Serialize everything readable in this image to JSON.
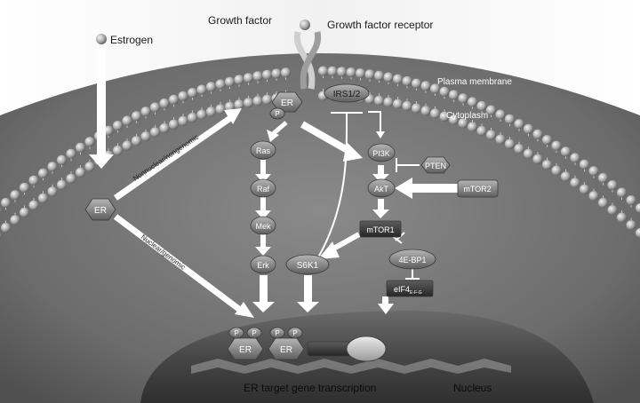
{
  "labels": {
    "estrogen": "Estrogen",
    "growth_factor": "Growth factor",
    "growth_factor_receptor": "Growth factor receptor",
    "plasma_membrane": "Plasma membrane",
    "cytoplasm": "Cytoplasm",
    "nucleus": "Nucleus",
    "er_target": "ER target gene transcription",
    "nonnuclear_path": "Nonnuclear/nongenomic",
    "nuclear_path": "Nuclear/genomic"
  },
  "nodes": {
    "er_membrane": "ER",
    "er_membrane_p": "P",
    "irs": "IRS1/2",
    "ras": "Ras",
    "raf": "Raf",
    "mek": "Mek",
    "erk": "Erk",
    "s6k1": "S6K1",
    "pi3k": "PI3K",
    "pten": "PTEN",
    "akt": "AkT",
    "mtor2": "mTOR2",
    "mtor1": "mTOR1",
    "ebp1": "4E-BP1",
    "eif4": "eIF4",
    "eif4_sub": "E-F-G",
    "er_cyto": "ER",
    "er_nuc_1": "ER",
    "er_nuc_2": "ER",
    "p": "P"
  },
  "colors": {
    "background": "#ffffff",
    "cell": "#6e6e6e",
    "nucleus": "#4a4a4a",
    "arrow": "#ffffff",
    "node": "#8c8c8c",
    "node_dark": "#3c3c3c"
  }
}
